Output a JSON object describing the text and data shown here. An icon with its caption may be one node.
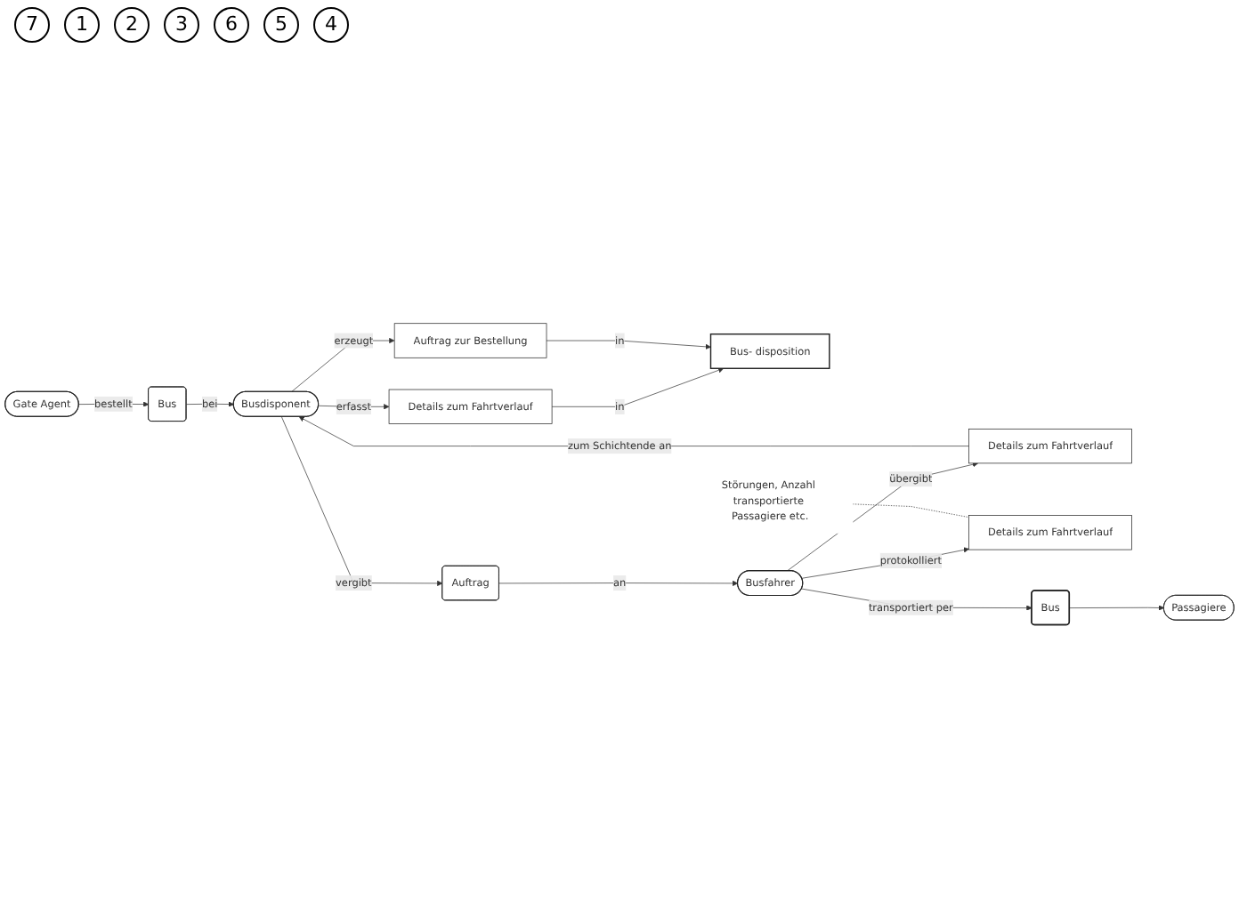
{
  "diagram": {
    "nodes": [
      {
        "text": [
          "Gate Agent"
        ]
      },
      {
        "text": [
          "Bus"
        ]
      },
      {
        "text": [
          "Busdisponent"
        ]
      },
      {
        "text": [
          "Details zum Fahrtverlauf"
        ]
      },
      {
        "text": [
          "Auftrag zur Bestellung"
        ]
      },
      {
        "text": [
          "Bus- disposition"
        ]
      },
      {
        "text": [
          "Details zum Fahrtverlauf"
        ]
      },
      {
        "text": [
          "Auftrag"
        ]
      },
      {
        "text": [
          "Störungen, Anzahl transportierte Passagiere etc."
        ]
      },
      {
        "text": [
          "Details zum Fahrtverlauf"
        ]
      },
      {
        "text": [
          "Busfahrer"
        ]
      },
      {
        "text": [
          "Bus"
        ]
      },
      {
        "text": [
          "Passagiere"
        ]
      }
    ],
    "edges": [
      {
        "from": 0,
        "to": 1,
        "arrow": "to",
        "label": "bestellt"
      },
      {
        "from": 1,
        "to": 2,
        "arrow": "to",
        "label": "bei"
      },
      {
        "from": 2,
        "to": 3,
        "arrow": "to",
        "label": "erfasst"
      },
      {
        "from": 3,
        "to": 5,
        "arrow": "to",
        "label": "in"
      },
      {
        "from": 2,
        "to": 4,
        "arrow": "to",
        "label": "erzeugt"
      },
      {
        "from": 4,
        "to": 5,
        "arrow": "to",
        "label": "in"
      },
      {
        "from": 2,
        "to": 7,
        "arrow": "to",
        "label": "vergibt"
      },
      {
        "from": 7,
        "to": 10,
        "arrow": "to",
        "label": "an"
      },
      {
        "from": 10,
        "to": 6,
        "arrow": "to",
        "label": "übergibt"
      },
      {
        "from": 6,
        "to": 2,
        "arrow": "to",
        "label": "zum Schichtende an"
      },
      {
        "from": 10,
        "to": 9,
        "arrow": "to",
        "label": "protokolliert"
      },
      {
        "from": 10,
        "to": 11,
        "arrow": "to",
        "label": "transportiert per"
      },
      {
        "from": 11,
        "to": 12,
        "arrow": "to"
      },
      {
        "from": 8,
        "to": 9,
        "arrow": "none",
        "style": "dashed"
      }
    ],
    "labels": [
      "7",
      "1",
      "2",
      "3",
      "6",
      "5",
      "4"
    ]
  }
}
